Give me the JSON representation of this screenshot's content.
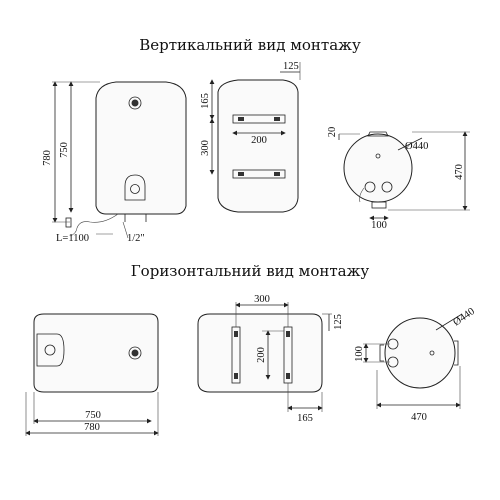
{
  "titles": {
    "vertical": "Вертикальний вид монтажу",
    "horizontal": "Горизонтальний вид монтажу"
  },
  "vertical": {
    "height_total": "780",
    "height_body": "750",
    "cable_length": "L=1100",
    "pipe_size": "1/2\"",
    "back_top_offset": "125",
    "back_bracket_top": "165",
    "back_bracket_spacing": "300",
    "back_bracket_width": "200",
    "top_offset": "20",
    "diameter": "Ø440",
    "depth": "470",
    "pipe_spacing": "100"
  },
  "horizontal": {
    "body_length": "750",
    "total_length": "780",
    "bracket_spacing": "300",
    "bracket_height": "200",
    "side_offset": "165",
    "edge_offset": "125",
    "pipe_spacing": "100",
    "diameter": "Ø440",
    "depth": "470"
  }
}
